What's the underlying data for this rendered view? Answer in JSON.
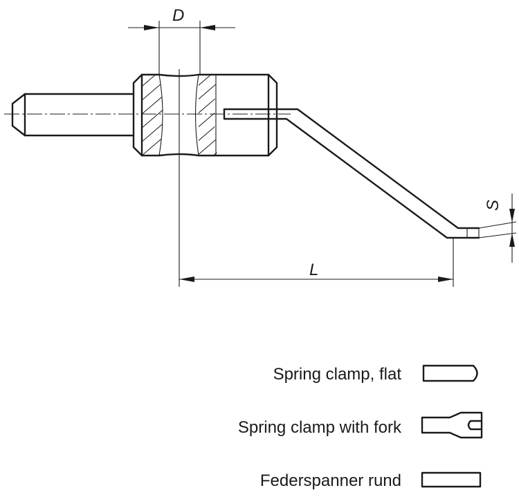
{
  "dimensions": {
    "diameter": "D",
    "length": "L",
    "thickness": "S"
  },
  "legend": {
    "items": [
      {
        "label": "Spring clamp, flat",
        "icon": "flat-tip-icon"
      },
      {
        "label": "Spring clamp with fork",
        "icon": "fork-tip-icon"
      },
      {
        "label": "Federspanner rund",
        "icon": "round-tip-icon"
      }
    ]
  }
}
